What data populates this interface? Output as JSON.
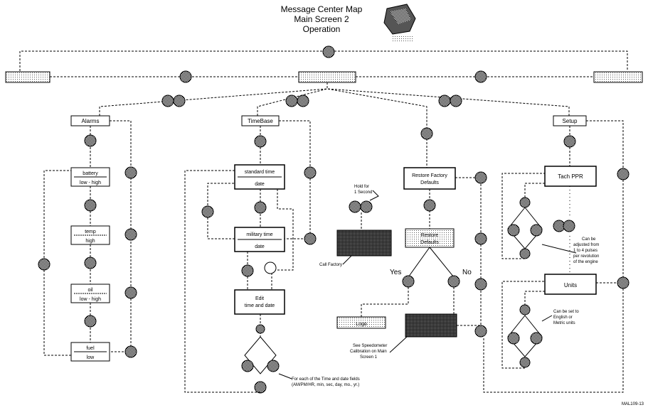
{
  "title": {
    "line1": "Message Center Map",
    "line2": "Main Screen 2",
    "line3": "Operation"
  },
  "boxes": {
    "alarms": "Alarms",
    "battery": "battery",
    "battery_sub": "low - high",
    "temp": "temp",
    "temp_sub": "high",
    "oil": "oil",
    "oil_sub": "low - high",
    "fuel": "fuel",
    "fuel_sub": "low",
    "timebase": "TimeBase",
    "standard_time": "standard time",
    "date_1": "date",
    "military_time": "military time",
    "date_2": "date",
    "edit_line1": "Edit",
    "edit_line2": "time and date",
    "restore_line1": "Restore Factory",
    "restore_line2": "Defaults",
    "restore_defaults_line1": "Restore",
    "restore_defaults_line2": "Defaults",
    "logo": "Logo",
    "setup": "Setup",
    "tach_ppr": "Tach PPR",
    "units": "Units"
  },
  "labels": {
    "hold_line1": "Hold for",
    "hold_line2": "1 Second",
    "call_factory": "Call Factory",
    "yes": "Yes",
    "no": "No",
    "see_speedo_1": "See Speedometer",
    "see_speedo_2": "Calibration on Main",
    "see_speedo_3": "Screen 1",
    "tach_note_1": "Can be",
    "tach_note_2": "adjusted from",
    "tach_note_3": "1 to 4 pulses",
    "tach_note_4": "per revolution",
    "tach_note_5": "of the engine",
    "units_note_1": "Can be set to",
    "units_note_2": "English or",
    "units_note_3": "Metric units",
    "foreach_1": "For each of the Time and date fields",
    "foreach_2": "(AM/PM/HR, min, sec, day, mo., yr.)",
    "figure_id": "MAL109-13"
  },
  "colors": {
    "ink": "#000000",
    "paper": "#ffffff",
    "button": "#9a9a9a",
    "dark_box": "#3a3a3a",
    "light_fill": "#cfcfcf"
  }
}
